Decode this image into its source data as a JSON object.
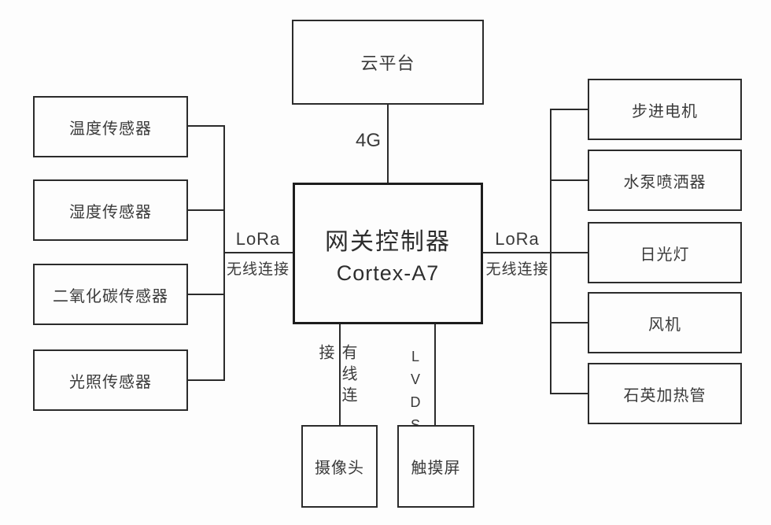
{
  "diagram": {
    "title_implicit": "",
    "cloud": {
      "label": "云平台"
    },
    "cloud_link": {
      "label": "4G"
    },
    "gateway": {
      "title": "网关控制器",
      "subtitle": "Cortex-A7"
    },
    "left_group": {
      "link": {
        "protocol": "LoRa",
        "type": "无线连接"
      },
      "nodes": [
        {
          "label": "温度传感器"
        },
        {
          "label": "湿度传感器"
        },
        {
          "label": "二氧化碳传感器"
        },
        {
          "label": "光照传感器"
        }
      ]
    },
    "right_group": {
      "link": {
        "protocol": "LoRa",
        "type": "无线连接"
      },
      "nodes": [
        {
          "label": "步进电机"
        },
        {
          "label": "水泵喷洒器"
        },
        {
          "label": "日光灯"
        },
        {
          "label": "风机"
        },
        {
          "label": "石英加热管"
        }
      ]
    },
    "bottom_group": {
      "camera": {
        "label": "摄像头",
        "link": "有线连接"
      },
      "touchscreen": {
        "label": "触摸屏",
        "link": "LVDS"
      }
    },
    "colors": {
      "line": "#2b2b2b",
      "text": "#3a3a3a",
      "background": "#fdfdfd"
    }
  }
}
